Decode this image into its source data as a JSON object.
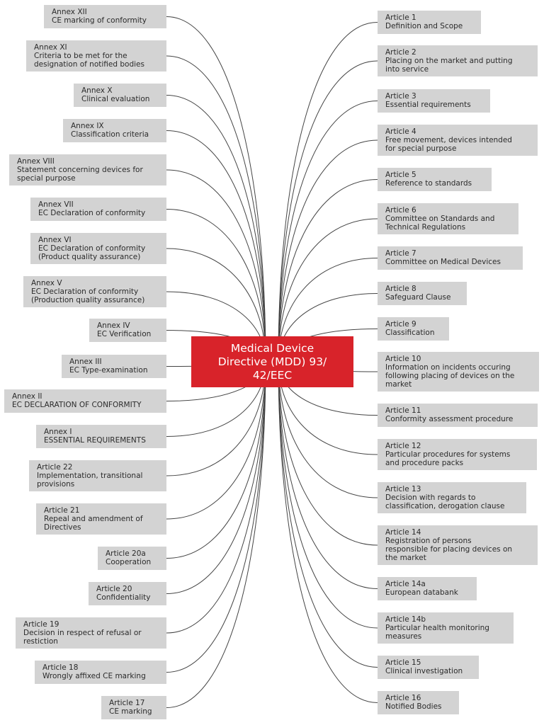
{
  "center": {
    "lines": [
      "Medical Device",
      "Directive (MDD) 93/",
      "42/EEC"
    ]
  },
  "left": [
    {
      "title": "Annex XII",
      "lines": [
        "CE marking of conformity"
      ]
    },
    {
      "title": "Annex XI",
      "lines": [
        "Criteria to be met for the",
        "designation of notified bodies"
      ]
    },
    {
      "title": "Annex X",
      "lines": [
        "Clinical evaluation"
      ]
    },
    {
      "title": "Annex IX",
      "lines": [
        "Classification criteria"
      ]
    },
    {
      "title": "Annex VIII",
      "lines": [
        "Statement concerning devices for",
        "special purpose"
      ]
    },
    {
      "title": "Annex VII",
      "lines": [
        "EC Declaration of conformity"
      ]
    },
    {
      "title": "Annex VI",
      "lines": [
        "EC Declaration of conformity",
        "(Product quality assurance)"
      ]
    },
    {
      "title": "Annex V",
      "lines": [
        "EC Declaration of conformity",
        "(Production quality assurance)"
      ]
    },
    {
      "title": "Annex IV",
      "lines": [
        "EC Verification"
      ]
    },
    {
      "title": "Annex III",
      "lines": [
        "EC Type-examination"
      ]
    },
    {
      "title": "Annex II",
      "lines": [
        "EC DECLARATION OF CONFORMITY"
      ]
    },
    {
      "title": "Annex I",
      "lines": [
        "ESSENTIAL REQUIREMENTS"
      ]
    },
    {
      "title": "Article 22",
      "lines": [
        "Implementation, transitional",
        "provisions"
      ]
    },
    {
      "title": "Article 21",
      "lines": [
        "Repeal and amendment of",
        "Directives"
      ]
    },
    {
      "title": "Article 20a",
      "lines": [
        "Cooperation"
      ]
    },
    {
      "title": "Article 20",
      "lines": [
        "Confidentiality"
      ]
    },
    {
      "title": "Article 19",
      "lines": [
        "Decision in respect of refusal or",
        "restiction"
      ]
    },
    {
      "title": "Article 18",
      "lines": [
        "Wrongly affixed CE marking"
      ]
    },
    {
      "title": "Article 17",
      "lines": [
        "CE marking"
      ]
    }
  ],
  "right": [
    {
      "title": "Article 1",
      "lines": [
        "Definition and Scope"
      ]
    },
    {
      "title": "Article 2",
      "lines": [
        "Placing on the market and putting",
        "into service"
      ]
    },
    {
      "title": "Article 3",
      "lines": [
        "Essential requirements"
      ]
    },
    {
      "title": "Article 4",
      "lines": [
        "Free movement, devices intended",
        "for special purpose"
      ]
    },
    {
      "title": "Article 5",
      "lines": [
        "Reference to standards"
      ]
    },
    {
      "title": "Article 6",
      "lines": [
        "Committee on Standards and",
        "Technical Regulations"
      ]
    },
    {
      "title": "Article 7",
      "lines": [
        "Committee on Medical Devices"
      ]
    },
    {
      "title": "Article 8",
      "lines": [
        "Safeguard Clause"
      ]
    },
    {
      "title": "Article 9",
      "lines": [
        "Classification"
      ]
    },
    {
      "title": "Article 10",
      "lines": [
        "Information on incidents occuring",
        "following placing of devices on the",
        "market"
      ]
    },
    {
      "title": "Article 11",
      "lines": [
        "Conformity assessment procedure"
      ]
    },
    {
      "title": "Article 12",
      "lines": [
        "Particular procedures for systems",
        "and procedure packs"
      ]
    },
    {
      "title": "Article 13",
      "lines": [
        "Decision with regards to",
        "classification, derogation clause"
      ]
    },
    {
      "title": "Article 14",
      "lines": [
        "Registration of persons",
        "responsible for placing devices on",
        "the market"
      ]
    },
    {
      "title": "Article 14a",
      "lines": [
        "European databank"
      ]
    },
    {
      "title": "Article 14b",
      "lines": [
        "Particular health monitoring",
        "measures"
      ]
    },
    {
      "title": "Article 15",
      "lines": [
        "Clinical investigation"
      ]
    },
    {
      "title": "Article 16",
      "lines": [
        "Notified Bodies"
      ]
    }
  ],
  "colors": {
    "center_fill": "#d8232a",
    "node_fill": "#d3d3d3",
    "connector": "#444444",
    "text": "#2b2b2b"
  }
}
